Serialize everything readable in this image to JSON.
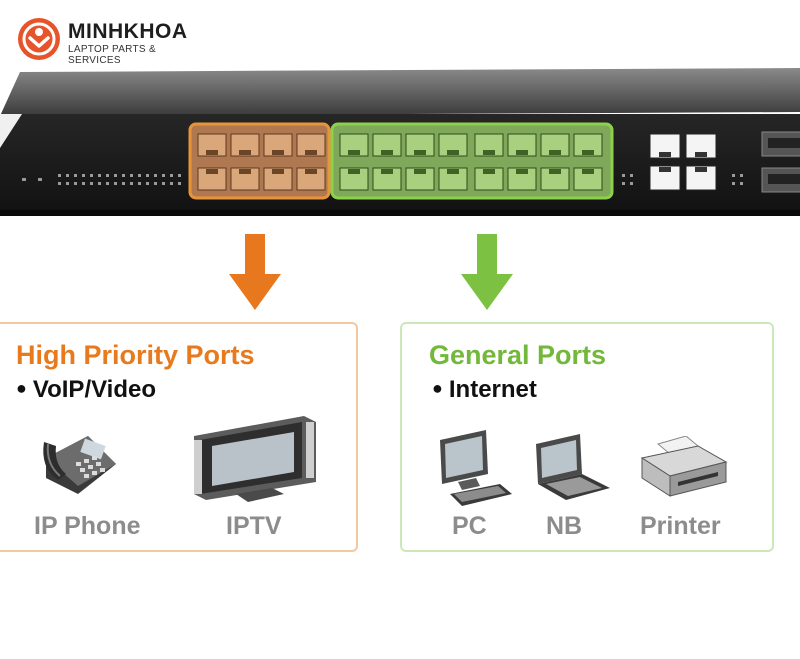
{
  "logo": {
    "name": "MINHKHOA",
    "tagline": "LAPTOP PARTS & SERVICES"
  },
  "colors": {
    "orange": "#e87a1e",
    "green": "#73b83a",
    "logo_red": "#e8542a",
    "switch_body": "#2b2b2b"
  },
  "high_priority": {
    "title": "High Priority Ports",
    "bullet": "VoIP/Video",
    "devices": [
      {
        "label": "IP Phone",
        "icon": "ip-phone-icon"
      },
      {
        "label": "IPTV",
        "icon": "tv-icon"
      }
    ]
  },
  "general": {
    "title": "General Ports",
    "bullet": "Internet",
    "devices": [
      {
        "label": "PC",
        "icon": "pc-icon"
      },
      {
        "label": "NB",
        "icon": "notebook-icon"
      },
      {
        "label": "Printer",
        "icon": "printer-icon"
      }
    ]
  }
}
